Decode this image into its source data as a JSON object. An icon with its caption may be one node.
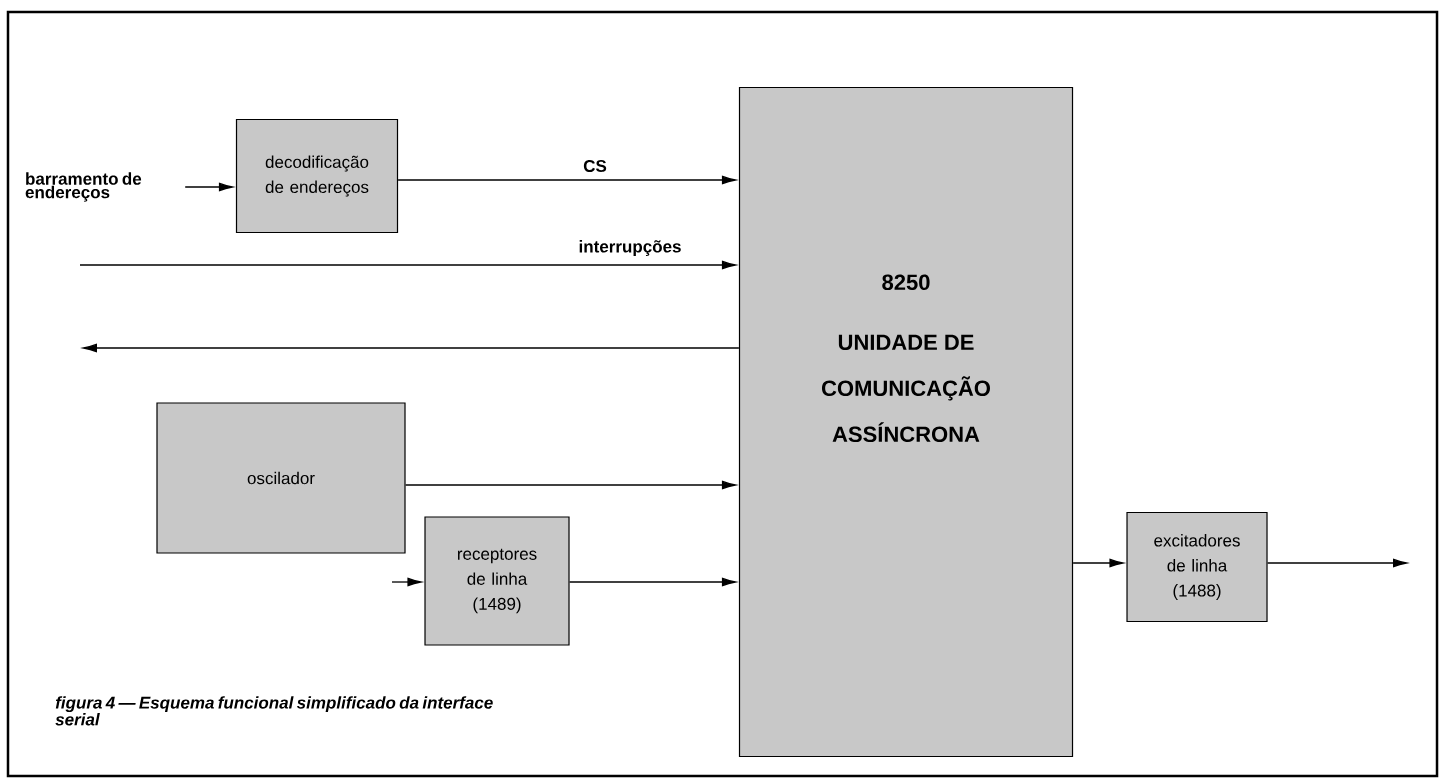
{
  "diagram": {
    "caption": "figura 4 — Esquema funcional simplificado da interface serial",
    "nodes": [
      {
        "text": [
          "barramento de endereços"
        ]
      },
      {
        "text": [
          "decodificação de endereços"
        ]
      },
      {
        "text": [
          "8250",
          "UNIDADE DE COMUNICAÇÃO ASSÍNCRONA"
        ]
      },
      {
        "text": [
          "oscilador"
        ]
      },
      {
        "text": [
          "receptores de linha (1489)"
        ]
      },
      {
        "text": [
          "excitadores de linha (1488)"
        ]
      }
    ],
    "edges": [
      {
        "from": 0,
        "to": 1,
        "arrow": "to"
      },
      {
        "from": 1,
        "to": 2,
        "arrow": "to",
        "label": "CS"
      },
      {
        "from": null,
        "to": 2,
        "arrow": "to",
        "label": "interrupções"
      },
      {
        "from": 2,
        "to": null,
        "arrow": "to"
      },
      {
        "from": 3,
        "to": 2,
        "arrow": "to"
      },
      {
        "from": null,
        "to": 4,
        "arrow": "to"
      },
      {
        "from": 4,
        "to": 2,
        "arrow": "to"
      },
      {
        "from": 2,
        "to": 5,
        "arrow": "to"
      },
      {
        "from": 5,
        "to": null,
        "arrow": "to"
      }
    ]
  }
}
